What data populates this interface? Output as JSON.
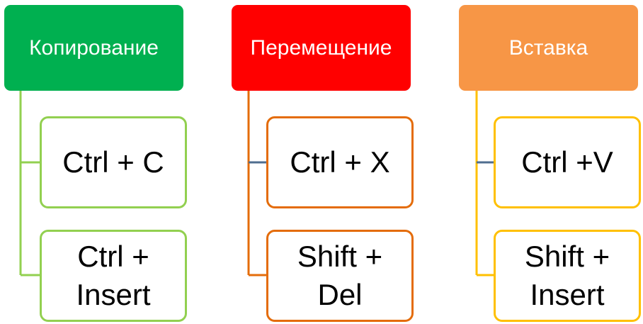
{
  "colors": {
    "copy_header": "#00b050",
    "move_header": "#ff0000",
    "paste_header": "#f79646",
    "copy_outline": "#92d050",
    "move_outline": "#e46c0a",
    "paste_outline": "#ffc000",
    "connector_tick": "#4f6d8f"
  },
  "groups": [
    {
      "title": "Копирование",
      "items": [
        {
          "label": "Ctrl + C"
        },
        {
          "label": "Ctrl +\nInsert"
        }
      ]
    },
    {
      "title": "Перемещение",
      "items": [
        {
          "label": "Ctrl + X"
        },
        {
          "label": "Shift +\nDel"
        }
      ]
    },
    {
      "title": "Вставка",
      "items": [
        {
          "label": "Ctrl +V"
        },
        {
          "label": "Shift +\nInsert"
        }
      ]
    }
  ]
}
